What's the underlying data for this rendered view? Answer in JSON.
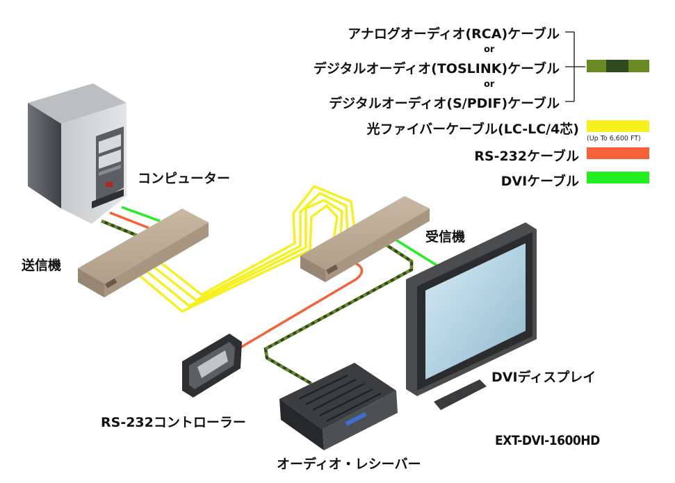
{
  "legend": {
    "audio_rca": "アナログオーディオ(RCA)ケーブル",
    "or1": "or",
    "audio_toslink": "デジタルオーディオ(TOSLINK)ケーブル",
    "or2": "or",
    "audio_spdif": "デジタルオーディオ(S/PDIF)ケーブル",
    "fiber": "光ファイバーケーブル(LC-LC/4芯)",
    "fiber_note": "(Up To 6,600 FT)",
    "rs232": "RS-232ケーブル",
    "dvi": "DVIケーブル"
  },
  "devices": {
    "computer": "コンピューター",
    "transmitter": "送信機",
    "receiver": "受信機",
    "display": "DVIディスプレイ",
    "controller": "RS-232コントローラー",
    "receiver_audio": "オーディオ・レシーバー"
  },
  "model": "EXT-DVI-1600HD",
  "colors": {
    "fiber": "#f5f020",
    "rs232": "#f4623a",
    "dvi": "#22ee22",
    "audio_dark": "#2d4a1e",
    "audio_olive": "#6a8a23"
  }
}
